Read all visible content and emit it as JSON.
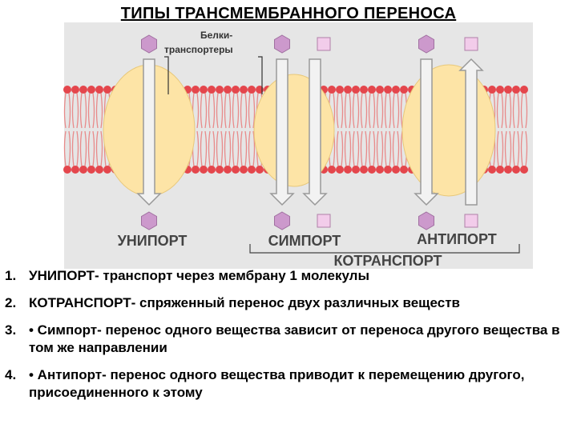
{
  "title": "ТИПЫ ТРАНСМЕМБРАННОГО ПЕРЕНОСА",
  "diagram": {
    "callout": "Белки-\nтранспортеры",
    "labels": {
      "uniport": "УНИПОРТ",
      "symport": "СИМПОРТ",
      "antiport": "АНТИПОРТ",
      "cotransport": "КОТРАНСПОРТ"
    },
    "colors": {
      "panel": "#e6e6e6",
      "protein": "#fde4a6",
      "lipid_head": "#e4464c",
      "hexagon": "#cc99cc",
      "square": "#f2ccea",
      "arrow": "#f2f2f2"
    }
  },
  "definitions": [
    {
      "num": "1.",
      "text": "УНИПОРТ- транспорт через мембрану 1 молекулы"
    },
    {
      "num": "2.",
      "text": "КОТРАНСПОРТ- спряженный перенос двух различных веществ"
    },
    {
      "num": "3.",
      "text": "• Симпорт- перенос одного вещества зависит от переноса другого вещества в том же направлении"
    },
    {
      "num": "4.",
      "text": "• Антипорт- перенос одного вещества приводит к перемещению другого, присоединенного к этому"
    }
  ]
}
